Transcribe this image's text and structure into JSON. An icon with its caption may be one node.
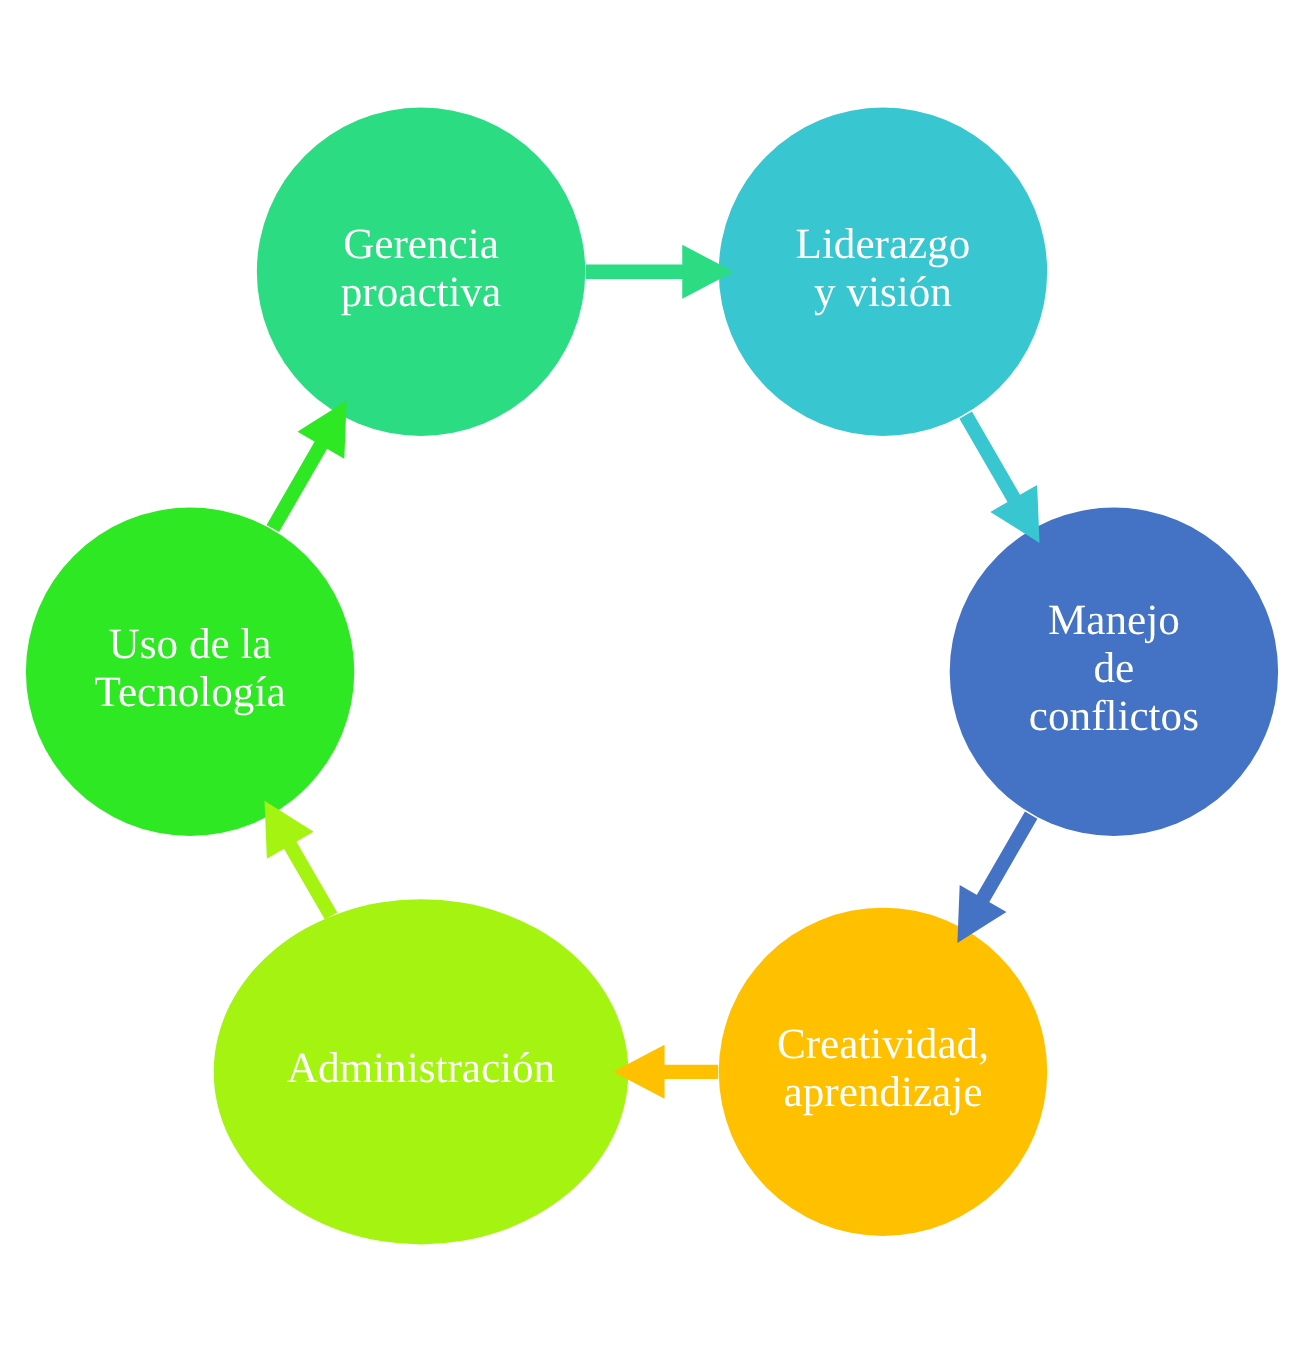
{
  "diagram": {
    "nodes": [
      {
        "text": [
          "Creatividad, aprendizaje"
        ]
      },
      {
        "text": [
          "Administración"
        ]
      },
      {
        "text": [
          "Uso de la Tecnología"
        ]
      },
      {
        "text": [
          "Gerencia proactiva"
        ]
      },
      {
        "text": [
          "Liderazgo y visión"
        ]
      },
      {
        "text": [
          "Manejo de conflictos"
        ]
      }
    ],
    "edges": [
      {
        "from": 0,
        "to": 1,
        "arrow": "to",
        "color": "#ffc000"
      },
      {
        "from": 1,
        "to": 2,
        "arrow": "to",
        "color": "#a5f311"
      },
      {
        "from": 2,
        "to": 3,
        "arrow": "to",
        "color": "#2ee823"
      },
      {
        "from": 3,
        "to": 4,
        "arrow": "to",
        "color": "#2bdc82"
      },
      {
        "from": 4,
        "to": 5,
        "arrow": "to",
        "color": "#38c6d0"
      },
      {
        "from": 5,
        "to": 0,
        "arrow": "to",
        "color": "#4472c4"
      }
    ]
  }
}
